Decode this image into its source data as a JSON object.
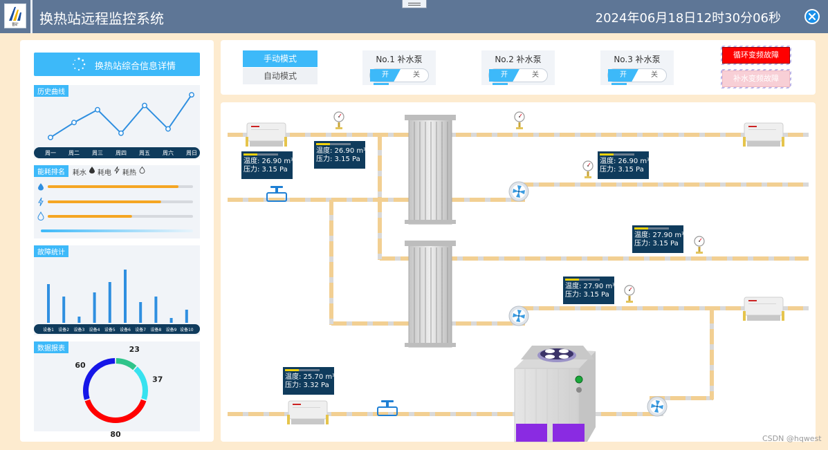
{
  "header": {
    "title": "换热站远程监控系统",
    "datetime": "2024年06月18日12时30分06秒",
    "logo_text": "晋矿"
  },
  "left": {
    "info_button": "换热站综合信息详情",
    "history": {
      "title": "历史曲线",
      "days": [
        "周一",
        "周二",
        "周三",
        "周四",
        "周五",
        "周六",
        "周日"
      ],
      "values": [
        10,
        45,
        75,
        20,
        85,
        30,
        110
      ]
    },
    "energy": {
      "title": "能耗排名",
      "legend": [
        "耗水",
        "耗电",
        "耗热"
      ],
      "bars": [
        {
          "name": "water",
          "value": 0.9
        },
        {
          "name": "power",
          "value": 0.78
        },
        {
          "name": "heat",
          "value": 0.58
        }
      ]
    },
    "faults": {
      "title": "故障统计",
      "devices": [
        "设备1",
        "设备2",
        "设备3",
        "设备4",
        "设备5",
        "设备6",
        "设备7",
        "设备8",
        "设备9",
        "设备10"
      ],
      "values": [
        56,
        38,
        9,
        44,
        59,
        77,
        30,
        38,
        7,
        19
      ]
    },
    "report": {
      "title": "数据报表",
      "slices": [
        {
          "value": 23,
          "color": "#2fc48a"
        },
        {
          "value": 37,
          "color": "#37e2ef"
        },
        {
          "value": 80,
          "color": "#ff0000"
        },
        {
          "value": 60,
          "color": "#1616e8"
        }
      ]
    }
  },
  "controls": {
    "mode_manual": "手动模式",
    "mode_auto": "自动模式",
    "pumps": [
      {
        "label": "No.1 补水泵",
        "on": "开",
        "off": "关"
      },
      {
        "label": "No.2 补水泵",
        "on": "开",
        "off": "关"
      },
      {
        "label": "No.3 补水泵",
        "on": "开",
        "off": "关"
      }
    ],
    "fault_circ": "循环变频故障",
    "fault_supply": "补水变频故障",
    "fault_colors": {
      "active": "#ff0000",
      "inactive": "#f8cfd6"
    }
  },
  "diagram": {
    "readings": [
      {
        "temp": "温度: 26.90 m³",
        "pressure": "压力: 3.15 Pa",
        "level": 0.4
      },
      {
        "temp": "温度: 26.90 m³",
        "pressure": "压力: 3.15 Pa",
        "level": 0.4
      },
      {
        "temp": "温度: 26.90 m³",
        "pressure": "压力: 3.15 Pa",
        "level": 0.4
      },
      {
        "temp": "温度: 27.90 m³",
        "pressure": "压力: 3.15 Pa",
        "level": 0.4
      },
      {
        "temp": "温度: 27.90 m³",
        "pressure": "压力: 3.15 Pa",
        "level": 0.4
      },
      {
        "temp": "温度: 25.70 m³",
        "pressure": "压力: 3.32 Pa",
        "level": 0.4
      }
    ]
  },
  "footer": {
    "watermark": "CSDN @hqwest"
  },
  "icons": [
    "close-icon",
    "menu-icon",
    "loading-icon",
    "water-drop-icon",
    "lightning-icon",
    "heat-icon",
    "pressure-gauge-icon",
    "valve-icon",
    "pump-fan-icon",
    "heat-exchanger-icon",
    "cooling-tower-icon",
    "meter-box-icon"
  ]
}
